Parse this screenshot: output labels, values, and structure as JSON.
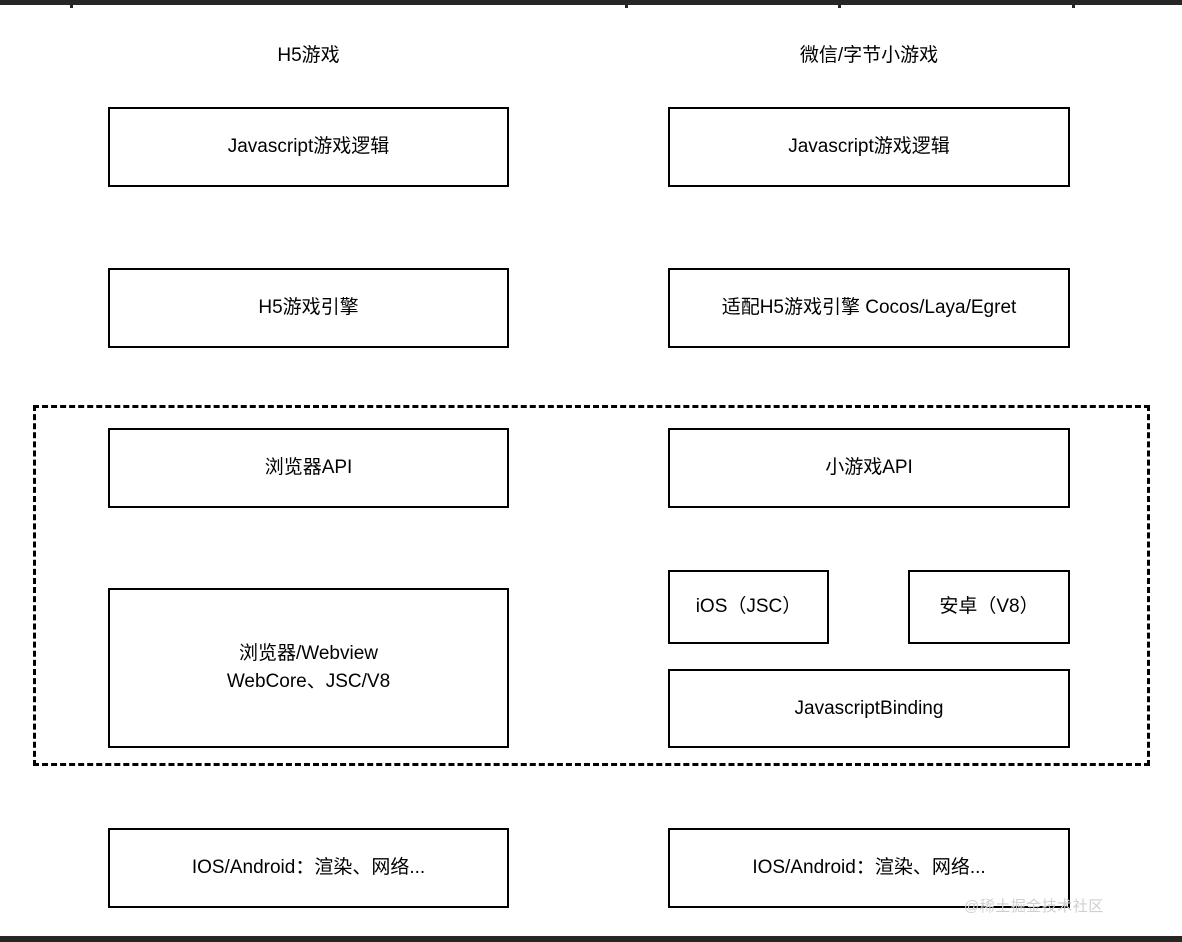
{
  "diagram": {
    "title_columns": [
      {
        "label": "H5游戏"
      },
      {
        "label": "微信/字节小游戏"
      }
    ],
    "left_column": {
      "game_logic": "Javascript游戏逻辑",
      "engine": "H5游戏引擎",
      "api": "浏览器API",
      "runtime": "浏览器/Webview\nWebCore、JSC/V8",
      "os": "IOS/Android：渲染、网络..."
    },
    "right_column": {
      "game_logic": "Javascript游戏逻辑",
      "engine": "适配H5游戏引擎 Cocos/Laya/Egret",
      "api": "小游戏API",
      "ios_engine": "iOS（JSC）",
      "android_engine": "安卓（V8）",
      "binding": "JavascriptBinding",
      "os": "IOS/Android：渲染、网络..."
    },
    "watermark": "@稀土掘金技术社区",
    "colors": {
      "stroke": "#000000",
      "background": "#ffffff",
      "edge_strip": "#262626",
      "watermark": "#cfcfcf"
    }
  }
}
